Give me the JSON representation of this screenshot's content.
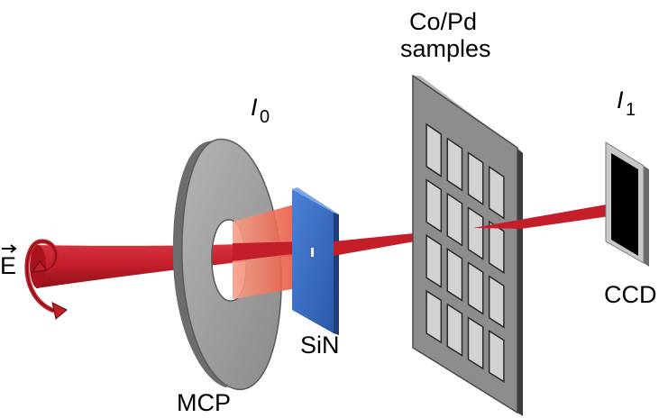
{
  "labels": {
    "samples_line1": "Co/Pd",
    "samples_line2": "samples",
    "i0_symbol": "I",
    "i0_subscript": "0",
    "i1_symbol": "I",
    "i1_subscript": "1",
    "field_vector": "E",
    "sin": "SiN",
    "mcp": "MCP",
    "ccd": "CCD"
  },
  "components": {
    "sample_grid": {
      "rows": 4,
      "cols": 4
    }
  },
  "colors": {
    "beam": "#c8202c",
    "beam_dark": "#8e1119",
    "mcp_face": "#9a9a9a",
    "sample_frame": "#8d8d8d",
    "membrane": "#3b6fc4",
    "detector": "#000000"
  }
}
